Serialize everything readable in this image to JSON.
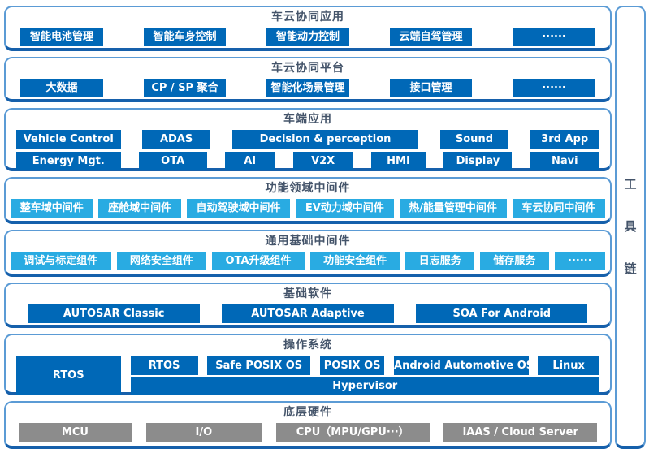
{
  "colors": {
    "block_blue": "#0068b7",
    "block_cyan": "#29abe2",
    "block_gray": "#8c8c8c",
    "border_light": "#5b9bd5",
    "border_dark": "#1660ab",
    "title_text": "#44546a",
    "block_text": "#ffffff"
  },
  "toolchain": {
    "chars": [
      "工",
      "具",
      "链"
    ]
  },
  "sections": [
    {
      "title": "车云协同应用",
      "buttons": [
        "智能电池管理",
        "智能车身控制",
        "智能动力控制",
        "云端自驾管理",
        "······"
      ]
    },
    {
      "title": "车云协同平台",
      "buttons": [
        "大数据",
        "CP / SP 聚合",
        "智能化场景管理",
        "接口管理",
        "······"
      ]
    },
    {
      "title": "车端应用",
      "row1": [
        "Vehicle Control",
        "ADAS",
        "Decision & perception",
        "Sound",
        "3rd App"
      ],
      "row2": [
        "Energy Mgt.",
        "OTA",
        "AI",
        "V2X",
        "HMI",
        "Display",
        "Navi"
      ]
    },
    {
      "title": "功能领域中间件",
      "buttons": [
        "整车域中间件",
        "座舱域中间件",
        "自动驾驶域中间件",
        "EV动力域中间件",
        "热/能量管理中间件",
        "车云协同中间件"
      ]
    },
    {
      "title": "通用基础中间件",
      "buttons": [
        "调试与标定组件",
        "网络安全组件",
        "OTA升级组件",
        "功能安全组件",
        "日志服务",
        "储存服务",
        "······"
      ]
    },
    {
      "title": "基础软件",
      "buttons": [
        "AUTOSAR Classic",
        "AUTOSAR Adaptive",
        "SOA For Android"
      ]
    },
    {
      "title": "操作系统",
      "rtos_main": "RTOS",
      "row1": [
        "RTOS",
        "Safe POSIX OS",
        "POSIX OS",
        "Android Automotive OS",
        "Linux"
      ],
      "hypervisor": "Hypervisor"
    },
    {
      "title": "底层硬件",
      "buttons": [
        "MCU",
        "I/O",
        "CPU（MPU/GPU···）",
        "IAAS / Cloud Server"
      ]
    }
  ]
}
